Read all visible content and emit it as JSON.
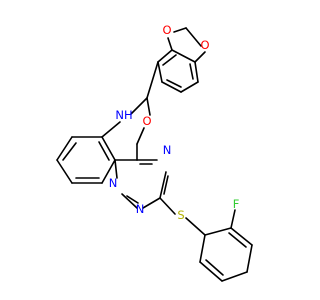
{
  "molecule": {
    "atoms": [
      {
        "id": "N",
        "symbol": "N",
        "color": "#0000FF",
        "label_key": "NH"
      },
      {
        "id": "O1",
        "symbol": "O",
        "color": "#FF0000"
      },
      {
        "id": "N1",
        "symbol": "N",
        "color": "#0000FF"
      },
      {
        "id": "N2",
        "symbol": "N",
        "color": "#0000FF"
      },
      {
        "id": "N3",
        "symbol": "N",
        "color": "#0000FF"
      },
      {
        "id": "S",
        "symbol": "S",
        "color": "#B2B200"
      },
      {
        "id": "F",
        "symbol": "F",
        "color": "#33CC33"
      },
      {
        "id": "O2",
        "symbol": "O",
        "color": "#FF0000"
      },
      {
        "id": "O3",
        "symbol": "O",
        "color": "#FF0000"
      }
    ],
    "labels": {
      "nh": "NH",
      "o_ring": "O",
      "n1": "N",
      "n2": "N",
      "n3": "N",
      "s": "S",
      "f": "F",
      "o_dioxole_top": "O",
      "o_dioxole_right": "O"
    },
    "colors": {
      "nitrogen": "#0000FF",
      "oxygen": "#FF0000",
      "sulfur": "#B2B200",
      "fluorine": "#33CC33",
      "bond": "#000000"
    }
  }
}
